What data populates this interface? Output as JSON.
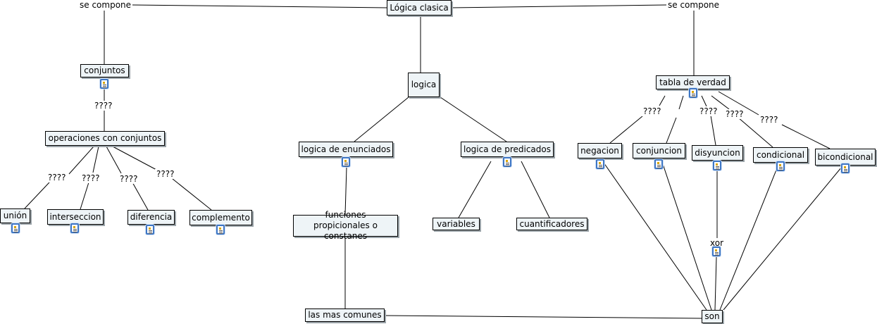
{
  "nodes": {
    "logica_clasica": "Lógica clasica",
    "conjuntos": "conjuntos",
    "operaciones": "operaciones con conjuntos",
    "union": "unión",
    "interseccion": "interseccion",
    "diferencia": "diferencia",
    "complemento": "complemento",
    "logica": "logica",
    "logica_enunciados": "logica de enunciados",
    "logica_predicados": "logica de predicados",
    "funciones": "funciones propicionales o constanes",
    "variables": "variables",
    "cuantificadores": "cuantificadores",
    "las_mas_comunes": "las mas comunes",
    "tabla_verdad": "tabla de verdad",
    "negacion": "negacion",
    "conjuncion": "conjuncion",
    "disyuncion": "disyuncion",
    "condicional": "condicional",
    "bicondicional": "bicondicional",
    "xor": "xor",
    "son": "son"
  },
  "links": {
    "se_compone_left": "se compone",
    "se_compone_right": "se compone",
    "q1": "????",
    "q2": "????",
    "q3": "????",
    "q4": "????",
    "q5": "????",
    "q6": "????",
    "q7": "????",
    "q8": "????",
    "q9": "????"
  },
  "colors": {
    "node_fill": "#eef4f7",
    "icon_border": "#3e76c4"
  }
}
